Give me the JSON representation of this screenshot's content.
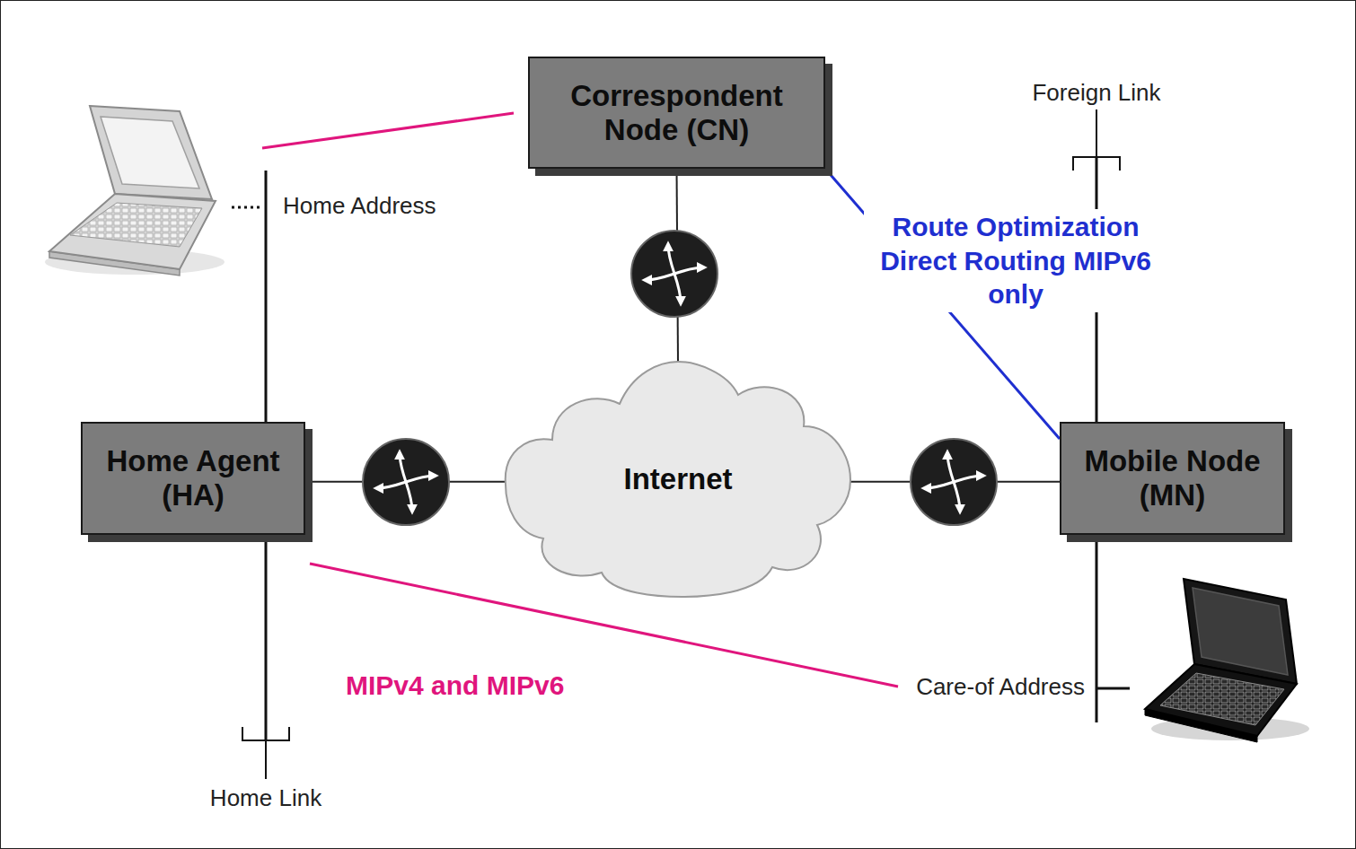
{
  "diagram": {
    "nodes": [
      {
        "text": [
          "Correspondent Node (CN)"
        ]
      },
      {
        "text": [
          "Home Agent (HA)"
        ]
      },
      {
        "text": [
          "Internet"
        ]
      },
      {
        "text": [
          "Mobile Node (MN)"
        ]
      }
    ],
    "edges": [
      {
        "from": 0,
        "to": 2,
        "arrow": "none"
      },
      {
        "from": 1,
        "to": 2,
        "arrow": "none"
      },
      {
        "from": 2,
        "to": 3,
        "arrow": "none"
      },
      {
        "from": 0,
        "to": 3,
        "label": "Route Optimization Direct Routing MIPv6 only",
        "arrow": "none"
      }
    ],
    "labels": [
      "Foreign Link",
      "Home Address",
      "MIPv4 and MIPv6",
      "Care-of Address",
      "Home Link"
    ]
  }
}
